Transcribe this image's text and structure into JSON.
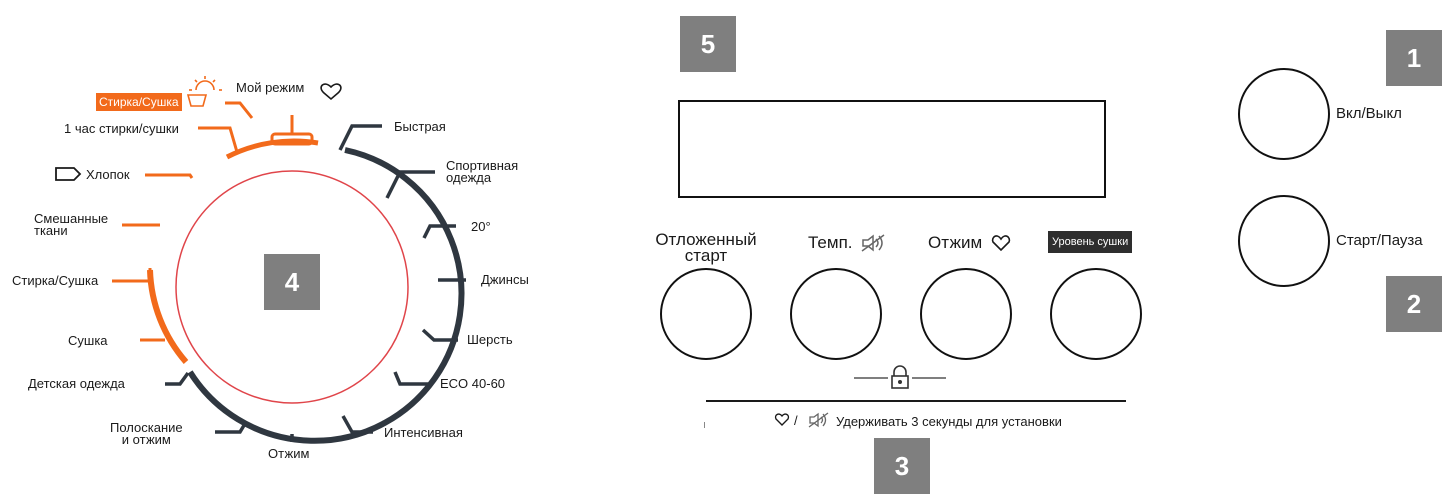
{
  "colors": {
    "orange": "#f26a1b",
    "dark": "#2f3740",
    "ring": "#e0454a",
    "badge": "#7f7f7f"
  },
  "dial": {
    "center_label": "4",
    "programs": {
      "my_mode": "Мой режим",
      "wash_dry_top": "Стирка/Сушка",
      "one_hour": "1 час стирки/сушки",
      "cotton": "Хлопок",
      "mixed": "Смешанные\nткани",
      "wash_dry": "Стирка/Сушка",
      "drying": "Сушка",
      "kids": "Детская одежда",
      "rinse_spin": "Полоскание\nи отжим",
      "spin": "Отжим",
      "quick": "Быстрая",
      "sport": "Спортивная\nодежда",
      "twenty": "20°",
      "jeans": "Джинсы",
      "wool": "Шерсть",
      "eco": "ECO 40-60",
      "intensive": "Интенсивная"
    }
  },
  "display_badge": "5",
  "buttons": {
    "delay": "Отложенный\nстарт",
    "temp": "Темп.",
    "spin": "Отжим",
    "dry_level": "Уровень сушки"
  },
  "hold_hint": "Удерживать 3 секунды для установки",
  "hint_separator": "/",
  "buttons_badge": "3",
  "power": {
    "label": "Вкл/Выкл",
    "badge": "1"
  },
  "start": {
    "label": "Старт/Пауза",
    "badge": "2"
  },
  "icons": [
    "heart-icon",
    "mute-sound-icon",
    "lock-icon",
    "sun-icon",
    "basket-icon",
    "tag-icon"
  ]
}
